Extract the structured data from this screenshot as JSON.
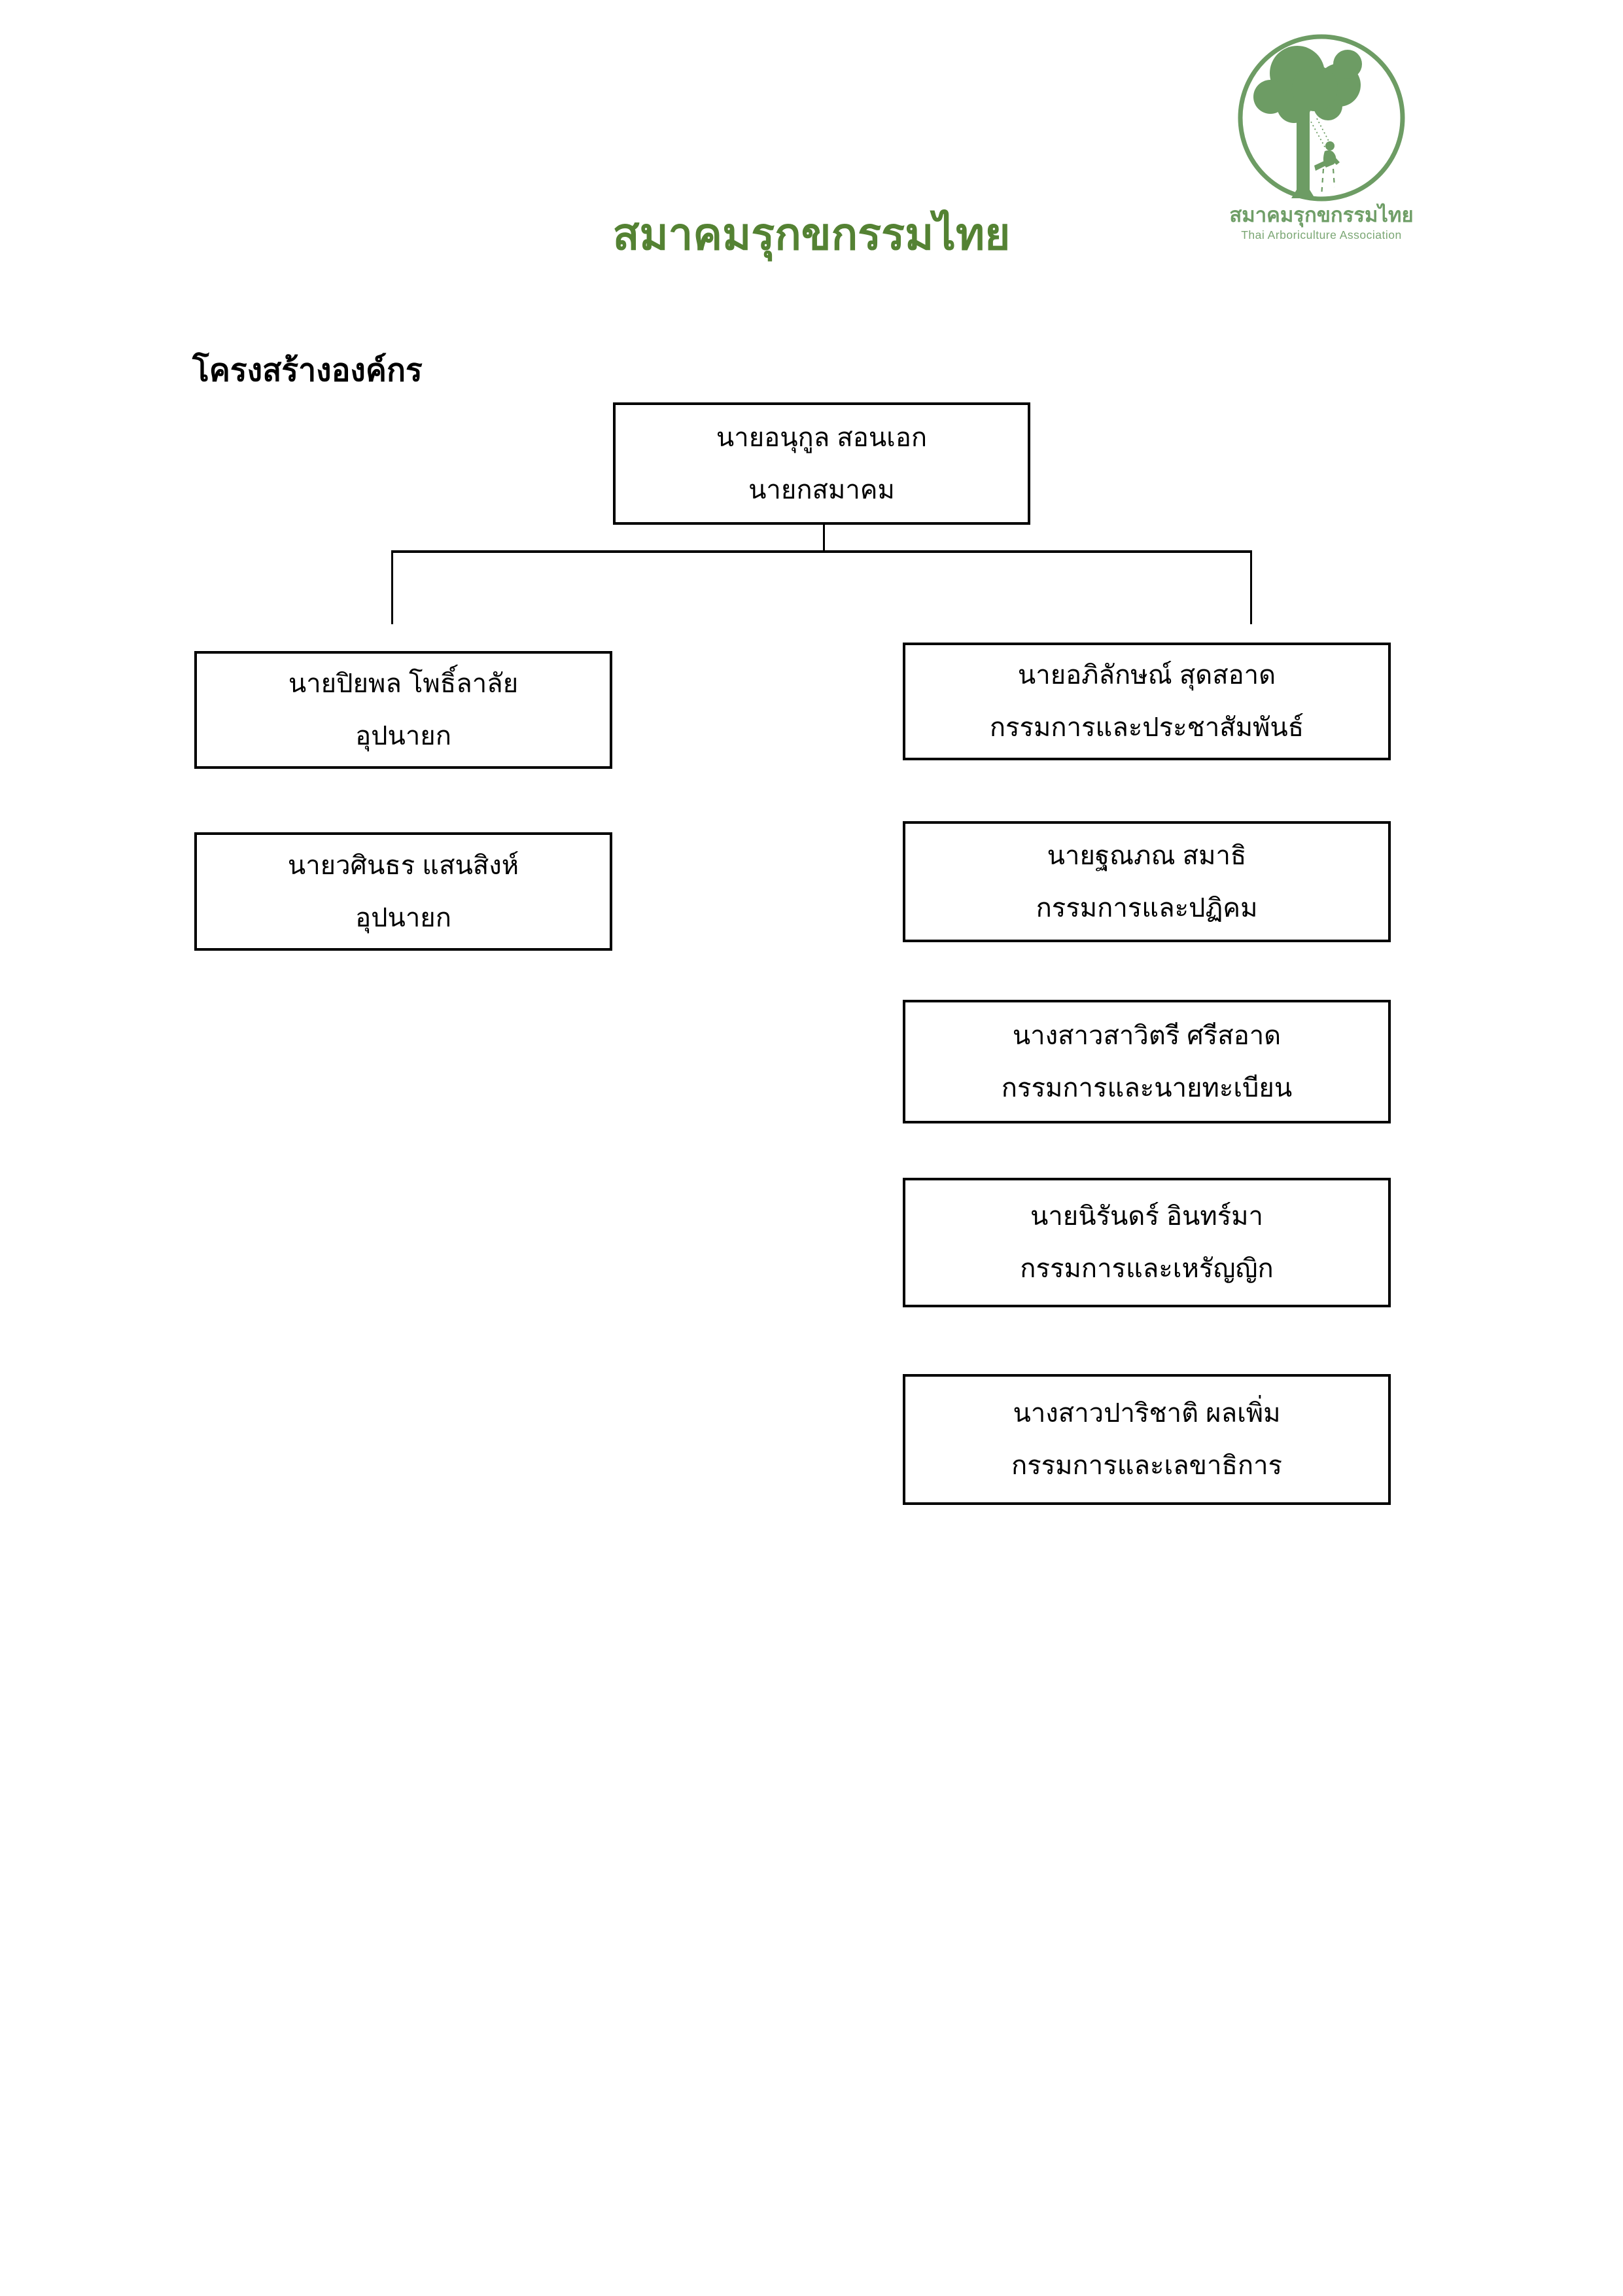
{
  "page": {
    "title": "สมาคมรุกขกรรมไทย",
    "section_heading": "โครงสร้างองค์กร"
  },
  "logo": {
    "icon": "tree-climber-in-circle",
    "thai_text": "สมาคมรุกขกรรมไทย",
    "english_text": "Thai Arboriculture Association"
  },
  "colors": {
    "title_green": "#548233",
    "logo_green": "#6d9c64",
    "line_black": "#000000"
  },
  "org_chart": {
    "root": {
      "name": "นายอนุกูล สอนเอก",
      "role": "นายกสมาคม"
    },
    "left_column": [
      {
        "name": "นายปิยพล โพธิ์ลาลัย",
        "role": "อุปนายก"
      },
      {
        "name": "นายวศินธร แสนสิงห์",
        "role": "อุปนายก"
      }
    ],
    "right_column": [
      {
        "name": "นายอภิลักษณ์ สุดสอาด",
        "role": "กรรมการและประชาสัมพันธ์"
      },
      {
        "name": "นายฐณภณ สมาธิ",
        "role": "กรรมการและปฏิคม"
      },
      {
        "name": "นางสาวสาวิตรี ศรีสอาด",
        "role": "กรรมการและนายทะเบียน"
      },
      {
        "name": "นายนิรันดร์ อินทร์มา",
        "role": "กรรมการและเหรัญญิก"
      },
      {
        "name": "นางสาวปาริชาติ ผลเพิ่ม",
        "role": "กรรมการและเลขาธิการ"
      }
    ]
  }
}
